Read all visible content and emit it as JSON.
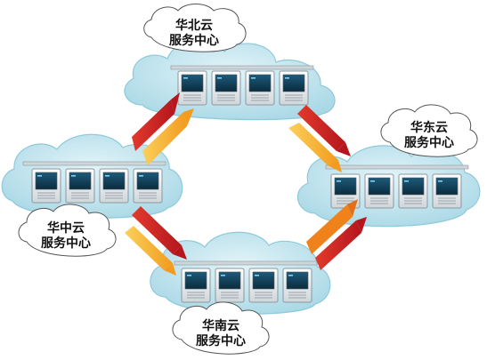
{
  "regions": {
    "north": {
      "name_line1": "华北云",
      "name_line2": "服务中心"
    },
    "east": {
      "name_line1": "华东云",
      "name_line2": "服务中心"
    },
    "central": {
      "name_line1": "华中云",
      "name_line2": "服务中心"
    },
    "south": {
      "name_line1": "华南云",
      "name_line2": "服务中心"
    }
  },
  "colors": {
    "cloud_fill": "#bfe3ec",
    "cloud_stroke": "#8ec9da",
    "arrow_red": "#d8232a",
    "arrow_orange": "#f08a1c",
    "arrow_yellow": "#f7b73a",
    "label_bubble": "#ffffff"
  },
  "icons": {
    "server": "server-icon",
    "arrow": "double-arrow-icon",
    "cloud": "cloud-icon"
  }
}
